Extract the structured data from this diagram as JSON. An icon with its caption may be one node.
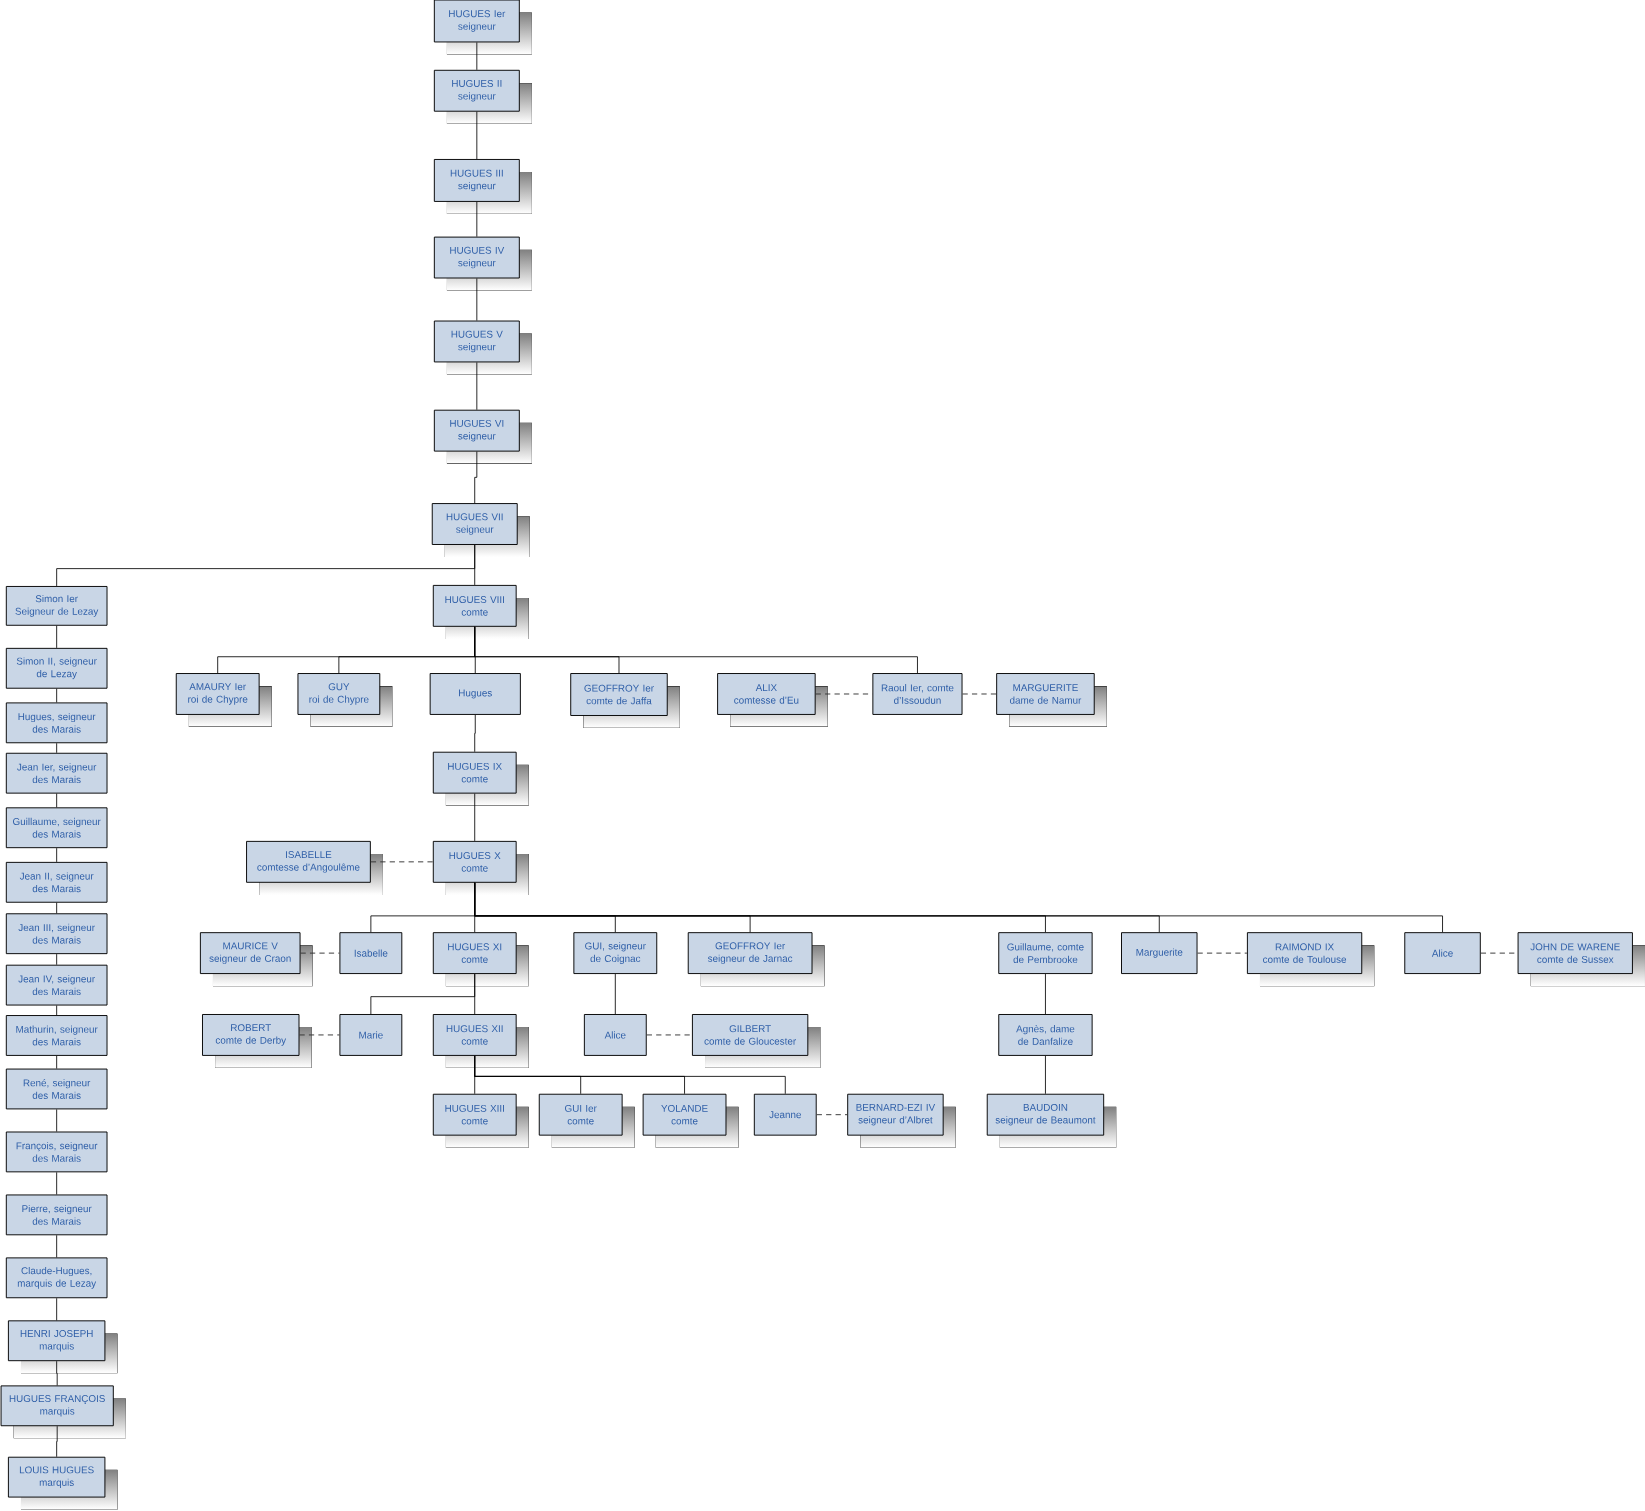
{
  "diagram": {
    "nodes": [
      {
        "text": [
          "HUGUES Ier",
          "seigneur"
        ]
      },
      {
        "text": [
          "HUGUES II",
          "seigneur"
        ]
      },
      {
        "text": [
          "HUGUES III",
          "seigneur"
        ]
      },
      {
        "text": [
          "HUGUES IV",
          "seigneur"
        ]
      },
      {
        "text": [
          "HUGUES V",
          "seigneur"
        ]
      },
      {
        "text": [
          "HUGUES VI",
          "seigneur"
        ]
      },
      {
        "text": [
          "HUGUES VII",
          "seigneur"
        ]
      },
      {
        "text": [
          "Simon Ier",
          "Seigneur de Lezay"
        ]
      },
      {
        "text": [
          "HUGUES VIII",
          "comte"
        ]
      },
      {
        "text": [
          "Simon II, seigneur de Lezay"
        ]
      },
      {
        "text": [
          "Hugues, seigneur des Marais"
        ]
      },
      {
        "text": [
          "Jean Ier, seigneur des Marais"
        ]
      },
      {
        "text": [
          "Guillaume, seigneur des Marais"
        ]
      },
      {
        "text": [
          "Jean II, seigneur des Marais"
        ]
      },
      {
        "text": [
          "Jean III, seigneur des Marais"
        ]
      },
      {
        "text": [
          "Jean IV, seigneur des Marais"
        ]
      },
      {
        "text": [
          "Mathurin, seigneur des Marais"
        ]
      },
      {
        "text": [
          "René, seigneur des Marais"
        ]
      },
      {
        "text": [
          "François, seigneur des Marais"
        ]
      },
      {
        "text": [
          "Pierre, seigneur des Marais"
        ]
      },
      {
        "text": [
          "Claude-Hugues, marquis de Lezay"
        ]
      },
      {
        "text": [
          "HENRI JOSEPH",
          "marquis"
        ]
      },
      {
        "text": [
          "HUGUES FRANÇOIS",
          "marquis"
        ]
      },
      {
        "text": [
          "LOUIS HUGUES",
          "marquis"
        ]
      },
      {
        "text": [
          "AMAURY Ier",
          "roi de Chypre"
        ]
      },
      {
        "text": [
          "GUY",
          "roi de Chypre"
        ]
      },
      {
        "text": [
          "Hugues"
        ]
      },
      {
        "text": [
          "GEOFFROY Ier",
          "comte de Jaffa"
        ]
      },
      {
        "text": [
          "ALIX",
          "comtesse d’Eu"
        ]
      },
      {
        "text": [
          "Raoul Ier, comte d’Issoudun"
        ]
      },
      {
        "text": [
          "MARGUERITE",
          "dame de Namur"
        ]
      },
      {
        "text": [
          "HUGUES IX",
          "comte"
        ]
      },
      {
        "text": [
          "ISABELLE",
          "comtesse d’Angoulême"
        ]
      },
      {
        "text": [
          "HUGUES X",
          "comte"
        ]
      },
      {
        "text": [
          "MAURICE V",
          "seigneur de Craon"
        ]
      },
      {
        "text": [
          "Isabelle"
        ]
      },
      {
        "text": [
          "HUGUES XI",
          "comte"
        ]
      },
      {
        "text": [
          "GUI, seigneur de Coignac"
        ]
      },
      {
        "text": [
          "GEOFFROY Ier",
          "seigneur de Jarnac"
        ]
      },
      {
        "text": [
          "Guillaume, comte de Pembrooke"
        ]
      },
      {
        "text": [
          "Marguerite"
        ]
      },
      {
        "text": [
          "RAIMOND IX",
          "comte de Toulouse"
        ]
      },
      {
        "text": [
          "Alice"
        ]
      },
      {
        "text": [
          "JOHN DE WARENE",
          "comte de Sussex"
        ]
      },
      {
        "text": [
          "ROBERT",
          "comte de Derby"
        ]
      },
      {
        "text": [
          "Marie"
        ]
      },
      {
        "text": [
          "HUGUES XII",
          "comte"
        ]
      },
      {
        "text": [
          "Alice"
        ]
      },
      {
        "text": [
          "GILBERT",
          "comte de Gloucester"
        ]
      },
      {
        "text": [
          "Agnès, dame de Danfalize"
        ]
      },
      {
        "text": [
          "HUGUES XIII",
          "comte"
        ]
      },
      {
        "text": [
          "GUI Ier",
          "comte"
        ]
      },
      {
        "text": [
          "YOLANDE",
          "comte"
        ]
      },
      {
        "text": [
          "Jeanne"
        ]
      },
      {
        "text": [
          "BERNARD-EZI IV",
          "seigneur d’Albret"
        ]
      },
      {
        "text": [
          "BAUDOIN",
          "seigneur de Beaumont"
        ]
      }
    ],
    "edges": [
      {
        "from": 0,
        "to": 1,
        "arrow": "none"
      },
      {
        "from": 1,
        "to": 2,
        "arrow": "none"
      },
      {
        "from": 2,
        "to": 3,
        "arrow": "none"
      },
      {
        "from": 3,
        "to": 4,
        "arrow": "none"
      },
      {
        "from": 4,
        "to": 5,
        "arrow": "none"
      },
      {
        "from": 5,
        "to": 6,
        "arrow": "none"
      },
      {
        "from": 6,
        "to": 7,
        "arrow": "none"
      },
      {
        "from": 6,
        "to": 8,
        "arrow": "none"
      },
      {
        "from": 7,
        "to": 9,
        "arrow": "none"
      },
      {
        "from": 9,
        "to": 10,
        "arrow": "none"
      },
      {
        "from": 10,
        "to": 11,
        "arrow": "none"
      },
      {
        "from": 11,
        "to": 12,
        "arrow": "none"
      },
      {
        "from": 12,
        "to": 13,
        "arrow": "none"
      },
      {
        "from": 13,
        "to": 14,
        "arrow": "none"
      },
      {
        "from": 14,
        "to": 15,
        "arrow": "none"
      },
      {
        "from": 15,
        "to": 16,
        "arrow": "none"
      },
      {
        "from": 16,
        "to": 17,
        "arrow": "none"
      },
      {
        "from": 17,
        "to": 18,
        "arrow": "none"
      },
      {
        "from": 18,
        "to": 19,
        "arrow": "none"
      },
      {
        "from": 19,
        "to": 20,
        "arrow": "none"
      },
      {
        "from": 20,
        "to": 21,
        "arrow": "none"
      },
      {
        "from": 21,
        "to": 22,
        "arrow": "none"
      },
      {
        "from": 22,
        "to": 23,
        "arrow": "none"
      },
      {
        "from": 8,
        "to": 24,
        "arrow": "none"
      },
      {
        "from": 8,
        "to": 25,
        "arrow": "none"
      },
      {
        "from": 8,
        "to": 26,
        "arrow": "none"
      },
      {
        "from": 8,
        "to": 27,
        "arrow": "none"
      },
      {
        "from": 8,
        "to": 29,
        "arrow": "none"
      },
      {
        "from": 28,
        "to": 29,
        "arrow": "none",
        "style": "dashed"
      },
      {
        "from": 29,
        "to": 30,
        "arrow": "none",
        "style": "dashed"
      },
      {
        "from": 26,
        "to": 31,
        "arrow": "none"
      },
      {
        "from": 31,
        "to": 33,
        "arrow": "none"
      },
      {
        "from": 32,
        "to": 33,
        "arrow": "none",
        "style": "dashed"
      },
      {
        "from": 33,
        "to": 35,
        "arrow": "none"
      },
      {
        "from": 33,
        "to": 36,
        "arrow": "none"
      },
      {
        "from": 33,
        "to": 37,
        "arrow": "none"
      },
      {
        "from": 33,
        "to": 38,
        "arrow": "none"
      },
      {
        "from": 33,
        "to": 39,
        "arrow": "none"
      },
      {
        "from": 33,
        "to": 40,
        "arrow": "none"
      },
      {
        "from": 33,
        "to": 42,
        "arrow": "none"
      },
      {
        "from": 34,
        "to": 35,
        "arrow": "none",
        "style": "dashed"
      },
      {
        "from": 40,
        "to": 41,
        "arrow": "none",
        "style": "dashed"
      },
      {
        "from": 42,
        "to": 43,
        "arrow": "none",
        "style": "dashed"
      },
      {
        "from": 36,
        "to": 45,
        "arrow": "none"
      },
      {
        "from": 36,
        "to": 46,
        "arrow": "none"
      },
      {
        "from": 44,
        "to": 45,
        "arrow": "none",
        "style": "dashed"
      },
      {
        "from": 37,
        "to": 47,
        "arrow": "none"
      },
      {
        "from": 47,
        "to": 48,
        "arrow": "none",
        "style": "dashed"
      },
      {
        "from": 39,
        "to": 49,
        "arrow": "none"
      },
      {
        "from": 49,
        "to": 55,
        "arrow": "none"
      },
      {
        "from": 46,
        "to": 50,
        "arrow": "none"
      },
      {
        "from": 46,
        "to": 51,
        "arrow": "none"
      },
      {
        "from": 46,
        "to": 52,
        "arrow": "none"
      },
      {
        "from": 46,
        "to": 53,
        "arrow": "none"
      },
      {
        "from": 53,
        "to": 54,
        "arrow": "none",
        "style": "dashed"
      }
    ]
  }
}
